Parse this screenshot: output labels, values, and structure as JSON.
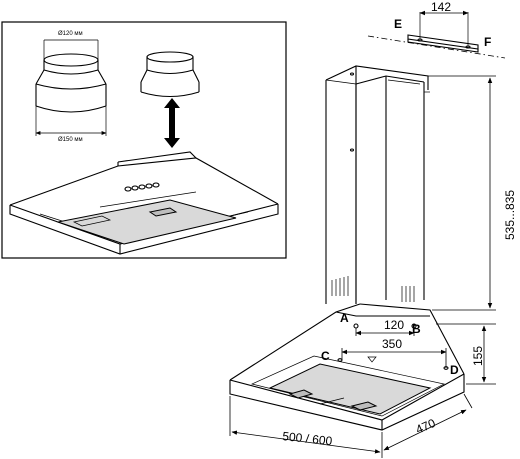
{
  "inset": {
    "diameter_top": "Ø120 мм",
    "diameter_bottom": "Ø150 мм"
  },
  "points": {
    "e": "E",
    "f": "F",
    "a": "A",
    "b": "B",
    "c": "C",
    "d": "D"
  },
  "dimensions": {
    "bracket_width": "142",
    "height_range": "535...835",
    "ab_spacing": "120",
    "cd_spacing": "350",
    "canopy_height": "155",
    "width": "500 / 600",
    "depth": "470"
  }
}
